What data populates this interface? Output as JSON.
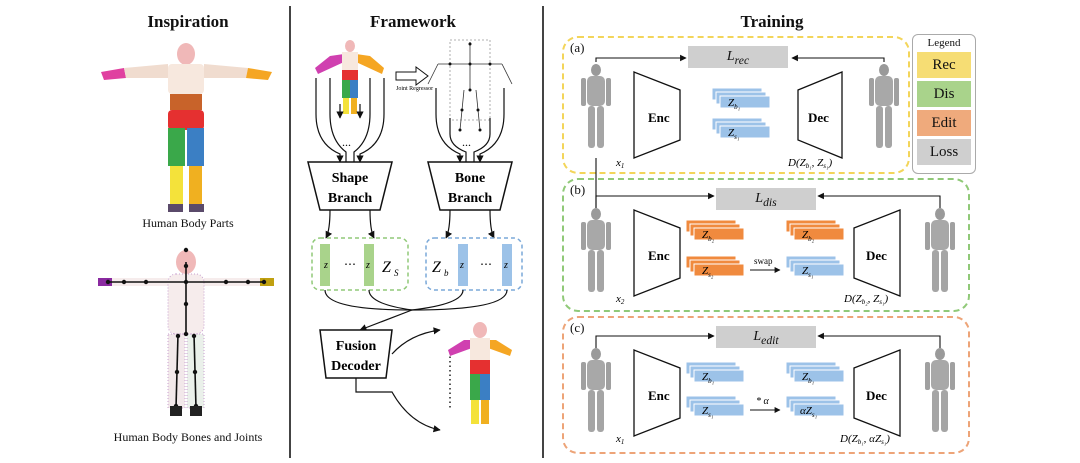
{
  "sections": {
    "inspiration": "Inspiration",
    "framework": "Framework",
    "training": "Training"
  },
  "inspiration": {
    "caption_parts": "Human Body Parts",
    "caption_bones": "Human Body Bones and Joints"
  },
  "framework": {
    "joint_regressor": "Joint Regressor",
    "shape_branch": "Shape Branch",
    "bone_branch": "Bone Branch",
    "fusion_decoder": "Fusion Decoder",
    "ellipsis": "..."
  },
  "legend": {
    "title": "Legend",
    "items": [
      {
        "label": "Rec",
        "color": "#f6dd74"
      },
      {
        "label": "Dis",
        "color": "#a9d38b"
      },
      {
        "label": "Edit",
        "color": "#efaa7c"
      },
      {
        "label": "Loss",
        "color": "#cfcfcf"
      }
    ]
  },
  "panels": {
    "a": {
      "tag": "(a)",
      "loss": "L_rec",
      "input": "x_1",
      "output": "D(Z_b1, Z_s1)",
      "color": "#f3d55a"
    },
    "b": {
      "tag": "(b)",
      "loss": "L_dis",
      "input": "x_2",
      "output": "D(Z_b2, Z_s1)",
      "op": "swap",
      "color": "#90c978"
    },
    "c": {
      "tag": "(c)",
      "loss": "L_edit",
      "input": "x_1",
      "output": "D(Z_b1, αZ_s1)",
      "op": "* α",
      "color": "#eda478"
    }
  },
  "enc_label": "Enc",
  "dec_label": "Dec"
}
